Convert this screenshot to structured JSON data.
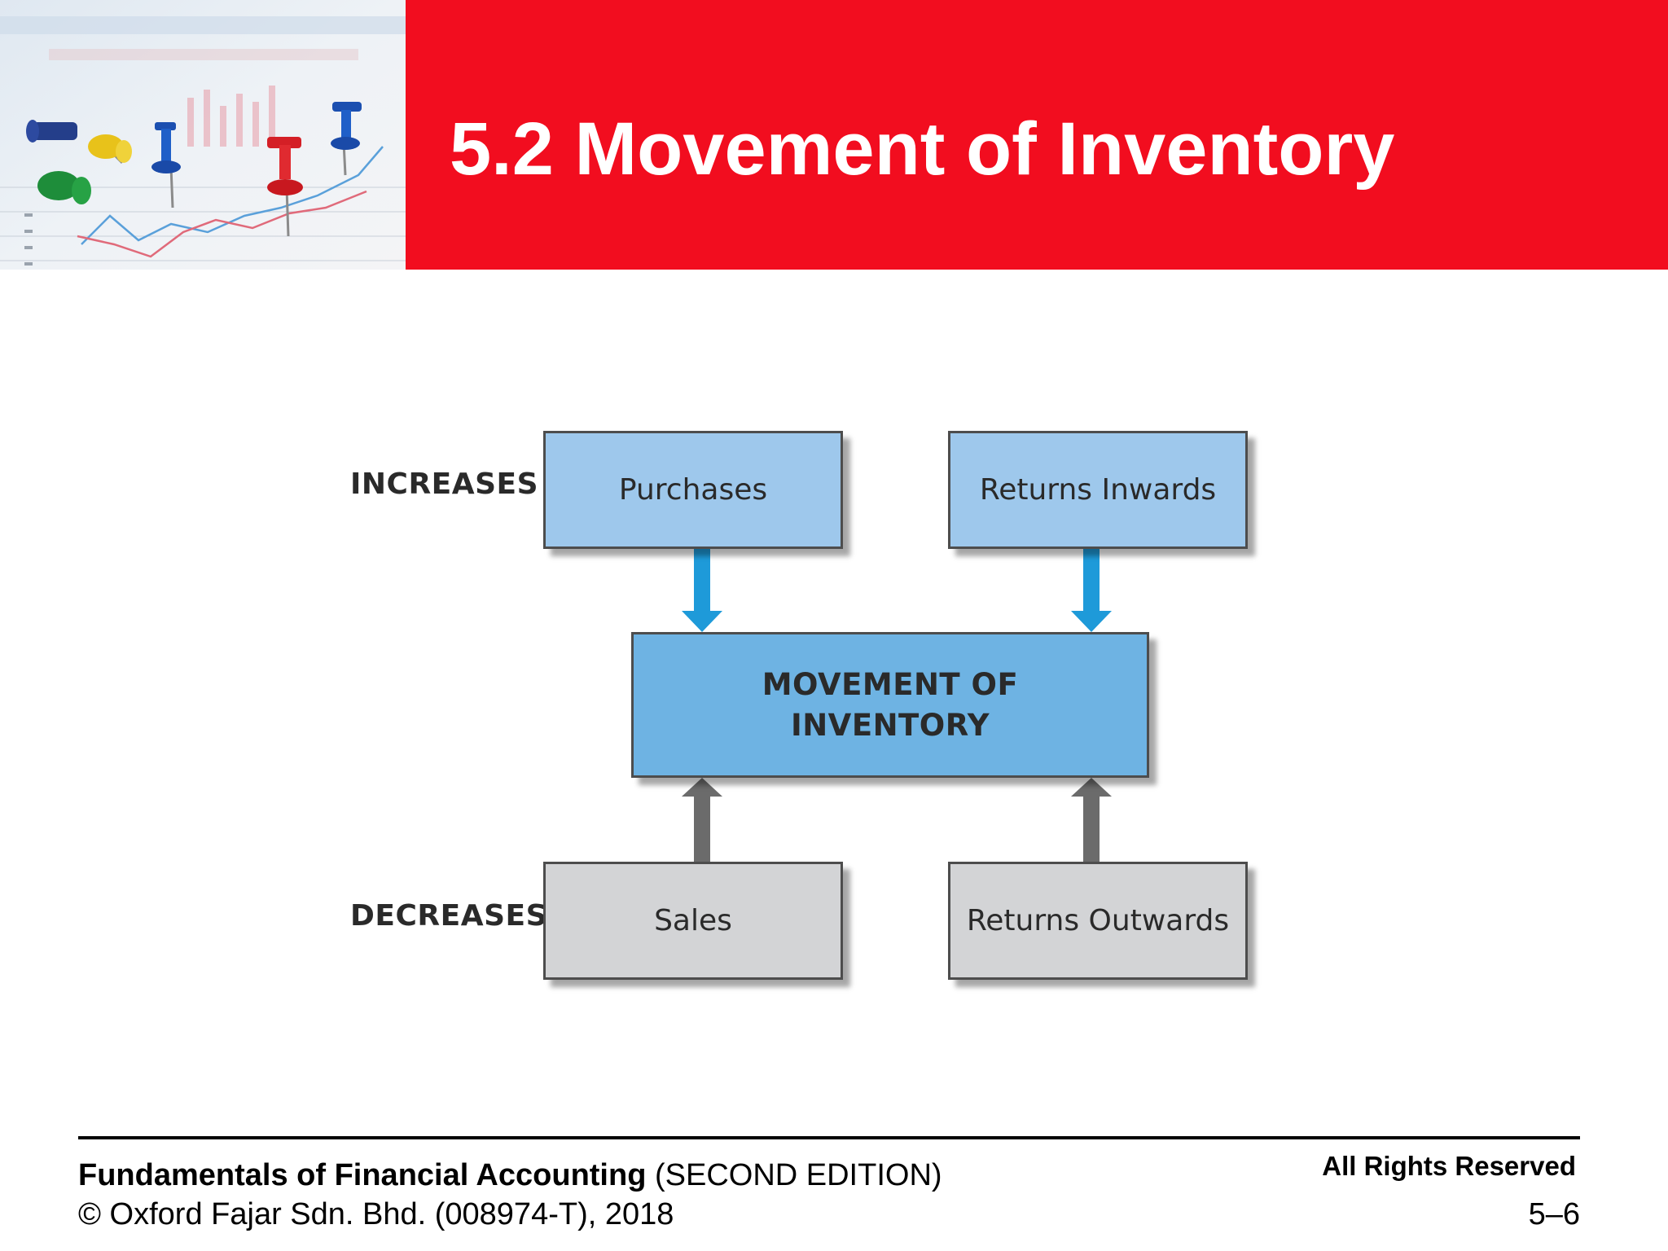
{
  "slide": {
    "title": "5.2 Movement of Inventory"
  },
  "diagram": {
    "row_labels": {
      "increases": "INCREASES",
      "decreases": "DECREASES"
    },
    "boxes": {
      "purchases": "Purchases",
      "returns_inwards": "Returns Inwards",
      "movement_line1": "MOVEMENT OF",
      "movement_line2": "INVENTORY",
      "sales": "Sales",
      "returns_outwards": "Returns Outwards"
    },
    "colors": {
      "header_red": "#f20d1f",
      "increase_box": "#9ec8ec",
      "center_box": "#6eb3e3",
      "decrease_box": "#d3d4d6",
      "increase_arrow": "#1e9ad9",
      "decrease_arrow": "#6b6b6b"
    }
  },
  "footer": {
    "book_title": "Fundamentals of Financial Accounting",
    "edition": " (SECOND EDITION)",
    "copyright": "© Oxford Fajar Sdn. Bhd. (008974-T), 2018",
    "rights": "All Rights Reserved",
    "page": "5–6"
  }
}
